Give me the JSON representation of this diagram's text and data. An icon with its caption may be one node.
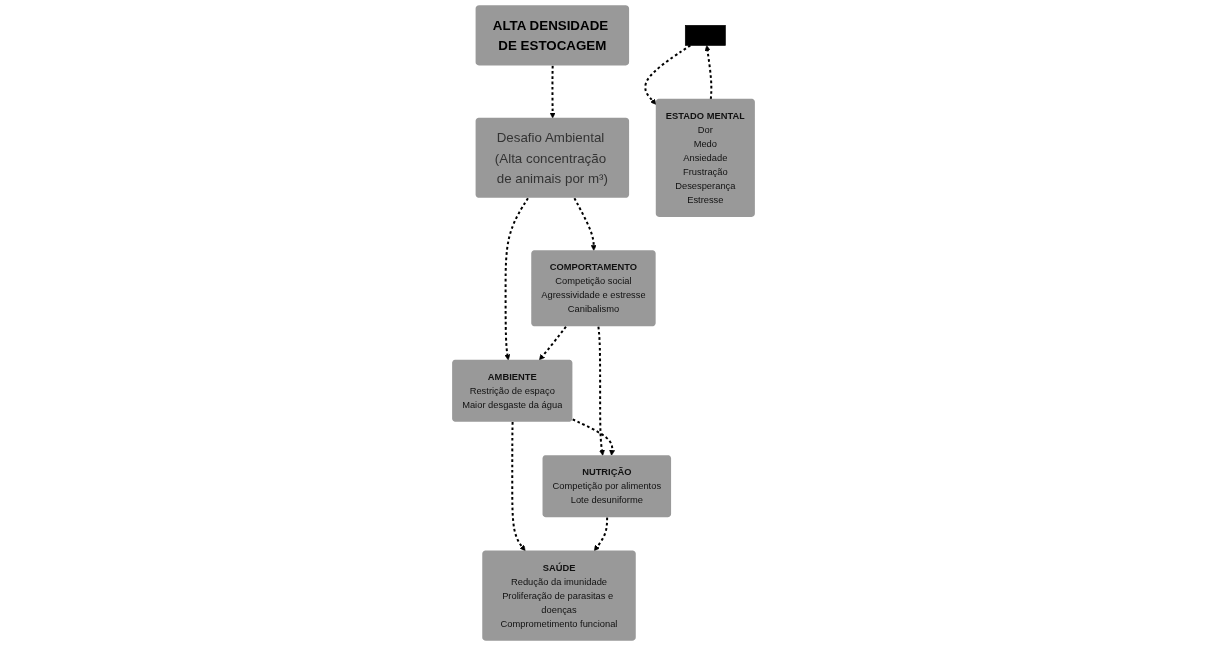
{
  "diagram": {
    "nodes": [
      {
        "text": [
          "ALTA DENSIDADE DE ESTOCAGEM"
        ]
      },
      {
        "text": [
          "Desafio Ambiental (Alta concentração de animais por m³)"
        ]
      },
      {
        "text": [
          "COMPORTAMENTO",
          "Competição social",
          "Agressividade e estresse",
          "Canibalismo"
        ]
      },
      {
        "text": [
          "AMBIENTE",
          "Restrição de espaço",
          "Maior desgaste da água"
        ]
      },
      {
        "text": [
          "NUTRIÇÃO",
          "Competição por alimentos",
          "Lote desuniforme"
        ]
      },
      {
        "text": [
          "SAÚDE",
          "Redução da imunidade",
          "Proliferação de parasitas e doenças",
          "Comprometimento funcional"
        ]
      },
      {
        "text": [],
        "shape": "bar"
      },
      {
        "text": [
          "ESTADO MENTAL",
          "Dor",
          "Medo",
          "Ansiedade",
          "Frustração",
          "Desesperança",
          "Estresse"
        ]
      }
    ],
    "edges": [
      {
        "from": 0,
        "to": 1,
        "arrow": "to",
        "style": "dashed"
      },
      {
        "from": 1,
        "to": 2,
        "arrow": "to",
        "style": "dashed"
      },
      {
        "from": 1,
        "to": 3,
        "arrow": "to",
        "style": "dashed"
      },
      {
        "from": 2,
        "to": 3,
        "arrow": "to",
        "style": "dashed"
      },
      {
        "from": 2,
        "to": 4,
        "arrow": "to",
        "style": "dashed"
      },
      {
        "from": 3,
        "to": 4,
        "arrow": "to",
        "style": "dashed"
      },
      {
        "from": 3,
        "to": 5,
        "arrow": "to",
        "style": "dashed"
      },
      {
        "from": 4,
        "to": 5,
        "arrow": "to",
        "style": "dashed"
      },
      {
        "from": 6,
        "to": 7,
        "arrow": "to",
        "style": "dashed"
      },
      {
        "from": 7,
        "to": 6,
        "arrow": "to",
        "style": "dashed"
      }
    ]
  }
}
